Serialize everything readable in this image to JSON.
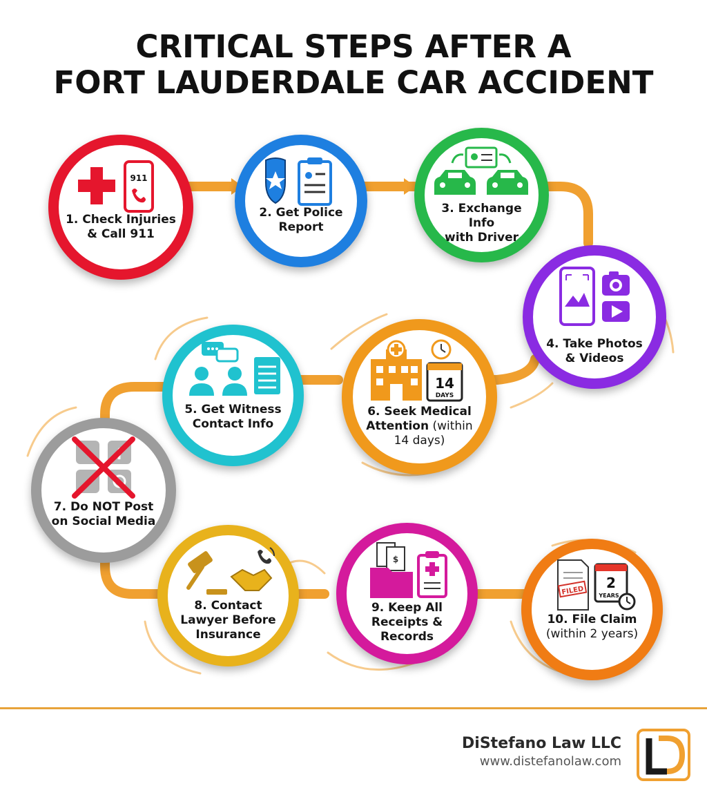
{
  "title": {
    "line1": "CRITICAL STEPS AFTER A",
    "line2": "FORT LAUDERDALE CAR ACCIDENT"
  },
  "colors": {
    "connector": "#f0a030",
    "step1": "#e5162d",
    "step2": "#1e7fe0",
    "step3": "#27b84a",
    "step4": "#8a2be2",
    "step5": "#20c2cf",
    "step6": "#f0991c",
    "step7": "#9c9c9c",
    "step8": "#e8b21c",
    "step9": "#d41a9c",
    "step10": "#f07c14",
    "logo_accent": "#f0a030",
    "footer_rule": "#e8a33a"
  },
  "steps": [
    {
      "line1": "1. Check Injuries",
      "line2": "& Call 911",
      "icons": [
        "red-cross-icon",
        "phone-911-icon"
      ],
      "icon_text": "911"
    },
    {
      "line1": "2. Get Police",
      "line2": "Report",
      "icons": [
        "police-badge-icon",
        "clipboard-report-icon"
      ]
    },
    {
      "line1": "3. Exchange Info",
      "line2": "with Driver",
      "icons": [
        "id-card-icon",
        "car-icon",
        "car-icon"
      ]
    },
    {
      "line1": "4. Take Photos",
      "line2": "& Videos",
      "icons": [
        "phone-photo-icon",
        "camera-icon",
        "video-play-icon"
      ]
    },
    {
      "line1": "5. Get Witness",
      "line2": "Contact Info",
      "icons": [
        "chat-bubbles-icon",
        "people-icon",
        "notepad-icon"
      ]
    },
    {
      "line1": "6. Seek Medical",
      "line2a": "Attention",
      "line2b": " (within",
      "line3": "14 days)",
      "icons": [
        "hospital-icon",
        "clock-icon",
        "calendar-icon"
      ],
      "calendar_number": "14",
      "calendar_unit": "DAYS"
    },
    {
      "line1": "7. Do NOT Post",
      "line2": "on Social Media",
      "icons": [
        "social-media-icon",
        "red-x-icon"
      ]
    },
    {
      "line1": "8. Contact",
      "line2": "Lawyer Before",
      "line3": "Insurance",
      "icons": [
        "gavel-icon",
        "handshake-icon",
        "phone-ringing-icon"
      ]
    },
    {
      "line1": "9. Keep All",
      "line2": "Receipts &",
      "line3": "Records",
      "icons": [
        "folder-receipts-icon",
        "medical-clipboard-icon"
      ]
    },
    {
      "line1": "10. File Claim",
      "line2": "(within 2 years)",
      "icons": [
        "filed-document-icon",
        "calendar-icon",
        "clock-icon"
      ],
      "stamp_text": "FILED",
      "calendar_number": "2",
      "calendar_unit": "YEARS"
    }
  ],
  "footer": {
    "firm_name": "DiStefano Law LLC",
    "url": "www.distefanolaw.com"
  }
}
